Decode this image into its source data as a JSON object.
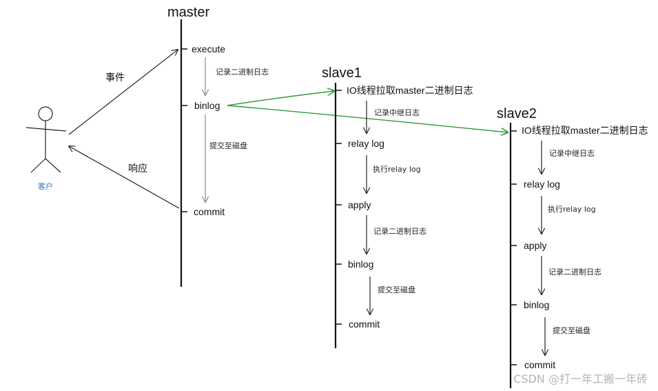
{
  "client": {
    "label": "客户",
    "label_color": "#2e6fb5"
  },
  "request_label": "事件",
  "response_label": "响应",
  "link_color": "#2e9a3c",
  "master": {
    "title": "master",
    "steps": [
      "execute",
      "binlog",
      "commit"
    ],
    "notes": [
      "记录二进制日志",
      "提交至磁盘"
    ]
  },
  "slave1": {
    "title": "slave1",
    "steps": [
      "IO线程拉取master二进制日志",
      "relay log",
      "apply",
      "binlog",
      "commit"
    ],
    "notes": [
      "记录中继日志",
      "执行relay log",
      "记录二进制日志",
      "提交至磁盘"
    ]
  },
  "slave2": {
    "title": "slave2",
    "steps": [
      "IO线程拉取master二进制日志",
      "relay log",
      "apply",
      "binlog",
      "commit"
    ],
    "notes": [
      "记录中继日志",
      "执行relay log",
      "记录二进制日志",
      "提交至磁盘"
    ]
  },
  "watermark": "CSDN @打一年工搬一年砖"
}
